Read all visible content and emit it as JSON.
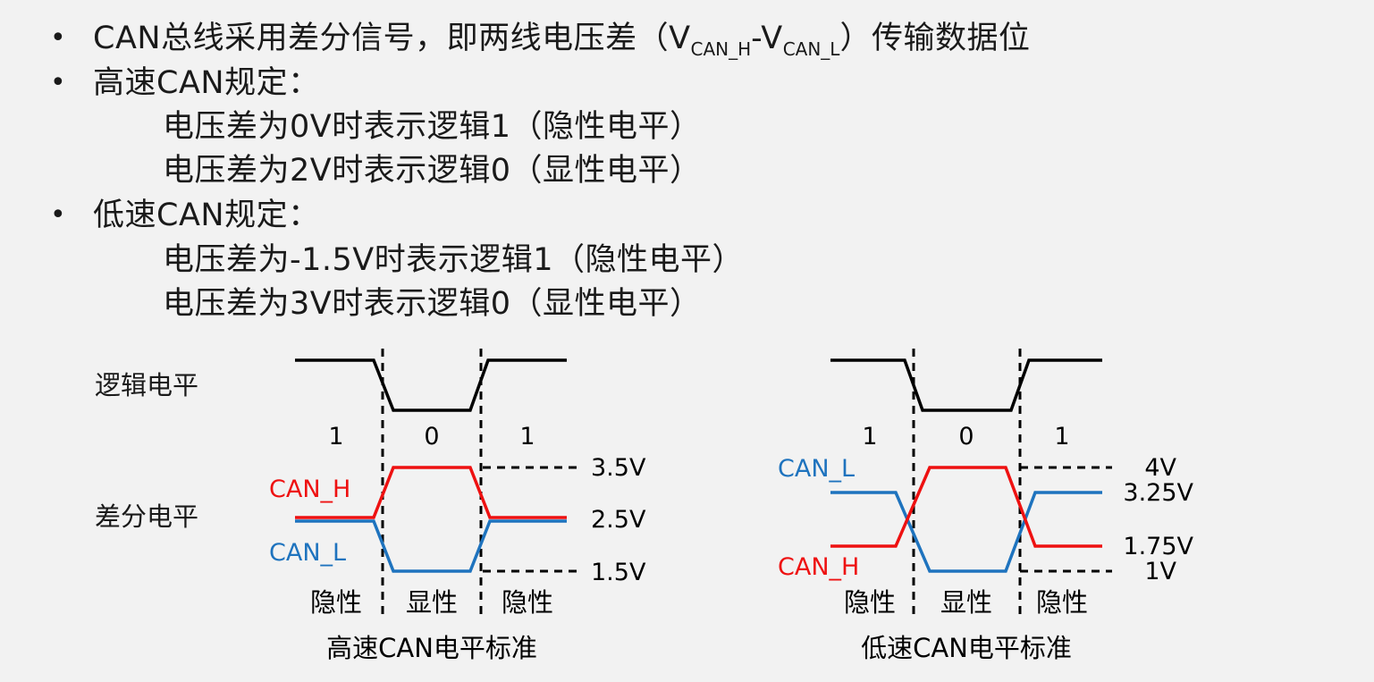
{
  "bullets": {
    "l1_a": "CAN总线采用差分信号，即两线电压差（V",
    "l1_sub1": "CAN_H",
    "l1_b": "-V",
    "l1_sub2": "CAN_L",
    "l1_c": "）传输数据位",
    "l2": "高速CAN规定：",
    "l3": "电压差为0V时表示逻辑1（隐性电平）",
    "l4": "电压差为2V时表示逻辑0（显性电平）",
    "l5": "低速CAN规定：",
    "l6": "电压差为-1.5V时表示逻辑1（隐性电平）",
    "l7": "电压差为3V时表示逻辑0（显性电平）"
  },
  "diagram": {
    "row_logic": "逻辑电平",
    "row_diff": "差分电平",
    "bit_1": "1",
    "bit_0": "0",
    "recessive": "隐性",
    "dominant": "显性",
    "can_h": "CAN_H",
    "can_l": "CAN_L",
    "colors": {
      "can_h": "#ee1111",
      "can_l": "#1e73be",
      "logic": "#000000"
    },
    "high_speed": {
      "caption": "高速CAN电平标准",
      "v_high": "3.5V",
      "v_mid": "2.5V",
      "v_low": "1.5V"
    },
    "low_speed": {
      "caption": "低速CAN电平标准",
      "v_4": "4V",
      "v_325": "3.25V",
      "v_175": "1.75V",
      "v_1": "1V"
    }
  }
}
